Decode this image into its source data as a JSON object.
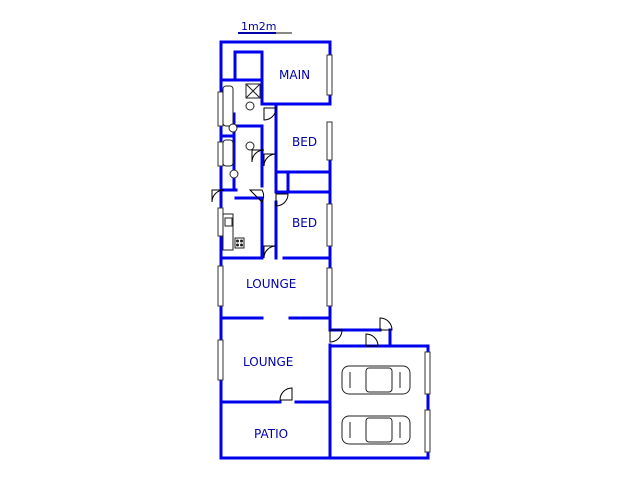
{
  "scale_bar": {
    "label": "1m2m"
  },
  "rooms": {
    "main": "MAIN",
    "bed_1": "BED",
    "bed_2": "BED",
    "lounge_1": "LOUNGE",
    "lounge_2": "LOUNGE",
    "patio": "PATIO"
  },
  "colors": {
    "wall": "#0000ee",
    "label": "#0000aa",
    "background": "#ffffff"
  }
}
